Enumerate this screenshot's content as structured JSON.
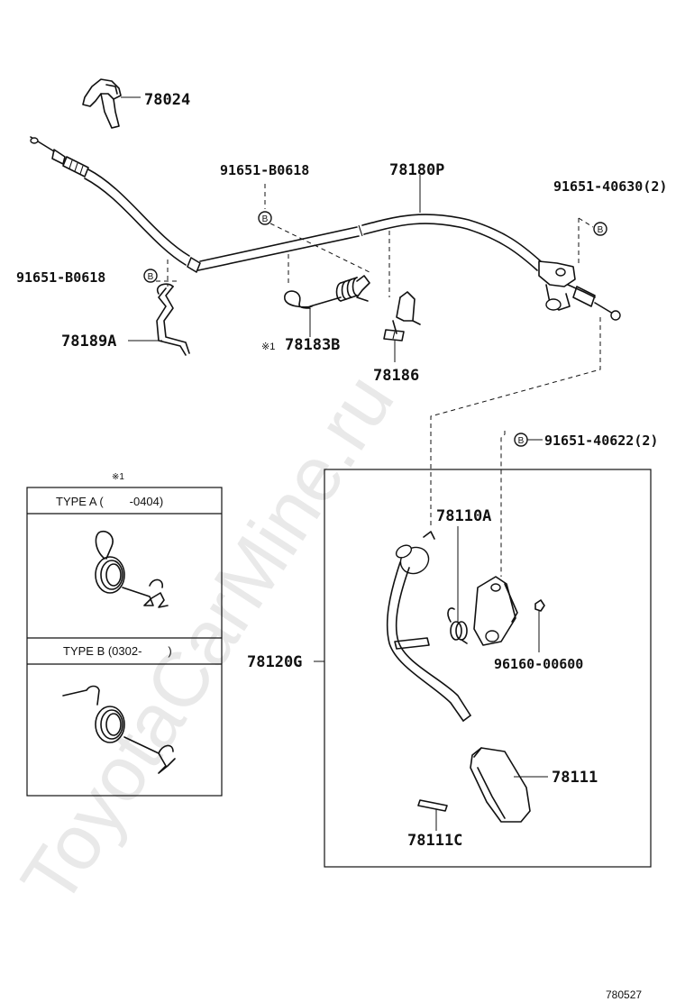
{
  "watermark": "ToyotaCarMine.ru",
  "callouts": {
    "p78024": "78024",
    "p91651_b0618_top": "91651-B0618",
    "p78180p": "78180P",
    "p91651_40630": "91651-40630(2)",
    "p91651_b0618_left": "91651-B0618",
    "p78189a": "78189A",
    "p78183b": "78183B",
    "note_mark_1": "※1",
    "p78186": "78186",
    "p91651_40622": "91651-40622(2)",
    "p78110a": "78110A",
    "p78120g": "78120G",
    "p96160_00600": "96160-00600",
    "p78111": "78111",
    "p78111c": "78111C"
  },
  "bolt_symbol": "B",
  "inset": {
    "note_mark": "※1",
    "type_a": "TYPE A (        -0404)",
    "type_b": "TYPE B (0302-        )"
  },
  "figure_id": "780527"
}
